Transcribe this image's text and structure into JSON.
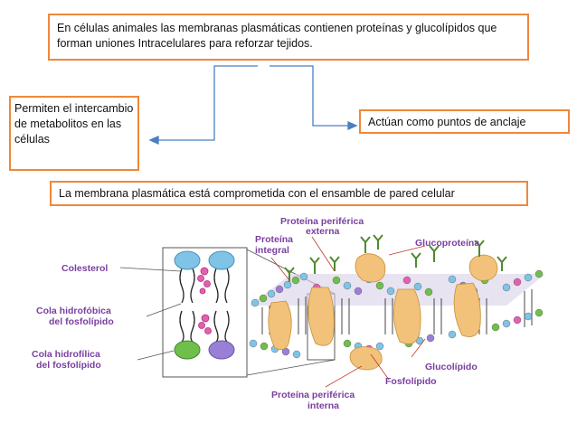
{
  "boxes": {
    "top": "En células animales las membranas plasmáticas contienen proteínas y glucolípidos que forman uniones Intracelulares para reforzar tejidos.",
    "left": "Permiten el intercambio de metabolitos en las células",
    "right": "Actúan como  puntos de anclaje",
    "bottom": "La membrana plasmática está comprometida con el ensamble de pared celular"
  },
  "labels": {
    "colesterol": "Colesterol",
    "cola_hidrofobica_1": "Cola hidrofóbica",
    "cola_hidrofobica_2": "del fosfolípido",
    "cola_hidrofilica_1": "Cola hidrofílica",
    "cola_hidrofilica_2": "del fosfolípido",
    "proteina_periferica_externa_1": "Proteína periférica",
    "proteina_periferica_externa_2": "externa",
    "proteina_integral_1": "Proteína",
    "proteina_integral_2": "integral",
    "glucoproteina": "Glucoproteína",
    "glucolipido": "Glucolípido",
    "fosfolipido": "Fosfolípido",
    "proteina_periferica_interna_1": "Proteína periférica",
    "proteina_periferica_interna_2": "interna"
  },
  "colors": {
    "box_border": "#f0873a",
    "connector": "#4a7fc1",
    "label_text": "#7a3f9e",
    "protein": "#f2c27a",
    "head_blue": "#7fc4e6",
    "head_green": "#6fbf4a",
    "cholesterol": "#e45fb0",
    "glyco_green": "#4f8a2f"
  }
}
